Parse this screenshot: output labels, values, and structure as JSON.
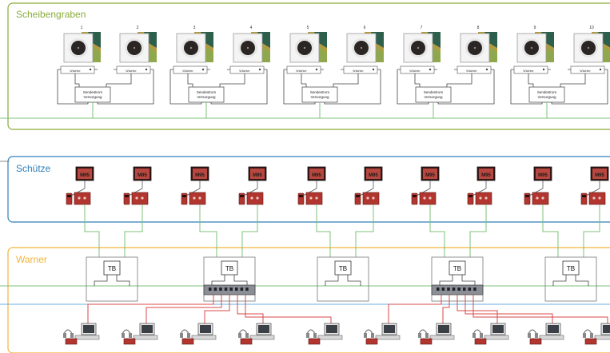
{
  "zones": {
    "range": {
      "label": "Scheibengraben",
      "color": "#8aab3a"
    },
    "shooter": {
      "label": "Schütze",
      "color": "#2e7fb8"
    },
    "warner": {
      "label": "Warner",
      "color": "#f1b43a"
    }
  },
  "targets": [
    {
      "number": "1",
      "switch_label": "Wächter"
    },
    {
      "number": "2",
      "switch_label": "Wächter"
    },
    {
      "number": "3",
      "switch_label": "Wächter"
    },
    {
      "number": "4",
      "switch_label": "Wächter"
    },
    {
      "number": "5",
      "switch_label": "Wächter"
    },
    {
      "number": "6",
      "switch_label": "Wächter"
    },
    {
      "number": "7",
      "switch_label": "Wächter"
    },
    {
      "number": "8",
      "switch_label": "Wächter"
    },
    {
      "number": "9",
      "switch_label": "Wächter"
    },
    {
      "number": "10",
      "switch_label": "Wächter"
    }
  ],
  "power_supply_label": "Sendestrom Versorgung",
  "monitor_label": "M95",
  "tb_label": "TB",
  "colors": {
    "green_line": "#7cc07a",
    "blue_line": "#6aaee0",
    "red_line": "#d94a4a",
    "device_red": "#b2362f"
  }
}
